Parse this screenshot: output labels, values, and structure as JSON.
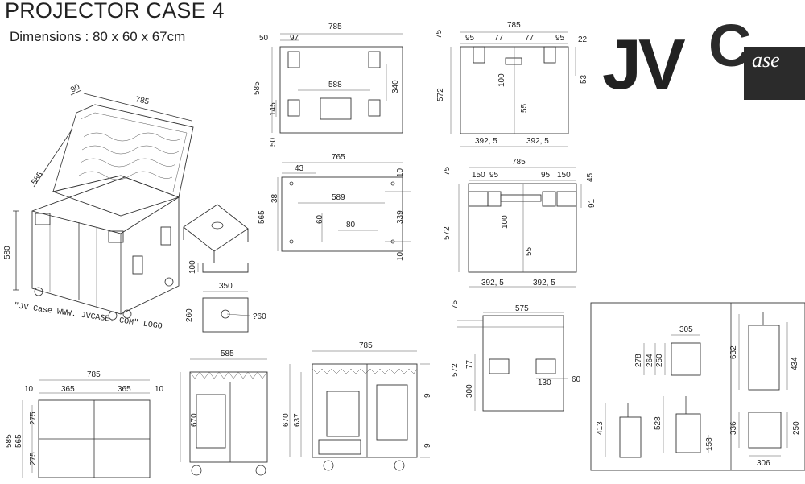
{
  "header": {
    "title": "PROJECTOR CASE 4",
    "subtitle": "Dimensions : 80 x 60 x 67cm"
  },
  "logo": {
    "main": "JV",
    "accent": "C",
    "sub": "ase"
  },
  "caption": "\"JV Case WWW. JVCASE. COM\" LOGO",
  "dims": {
    "iso_90": "90",
    "iso_785": "785",
    "iso_585": "585",
    "iso_580": "580",
    "d1_785": "785",
    "d1_50": "50",
    "d1_97": "97",
    "d1_585": "585",
    "d1_588": "588",
    "d1_340": "340",
    "d1_145": "145",
    "d1_50b": "50",
    "d2_785": "785",
    "d2_75": "75",
    "d2_95a": "95",
    "d2_77a": "77",
    "d2_77b": "77",
    "d2_95b": "95",
    "d2_22": "22",
    "d2_572": "572",
    "d2_100": "100",
    "d2_53": "53",
    "d2_55": "55",
    "d2_392a": "392, 5",
    "d2_392b": "392, 5",
    "d3_765": "765",
    "d3_43": "43",
    "d3_10": "10",
    "d3_38": "38",
    "d3_589": "589",
    "d3_565": "565",
    "d3_60": "60",
    "d3_339": "339",
    "d3_80": "80",
    "d3_10b": "10",
    "d4_785": "785",
    "d4_75": "75",
    "d4_150a": "150",
    "d4_95a": "95",
    "d4_95b": "95",
    "d4_150b": "150",
    "d4_45": "45",
    "d4_91": "91",
    "d4_572": "572",
    "d4_100": "100",
    "d4_55": "55",
    "d4_392a": "392, 5",
    "d4_392b": "392, 5",
    "s1_100": "100",
    "s1_350": "350",
    "s1_260": "260",
    "s1_q60": "?60",
    "d5_575": "575",
    "d5_75": "75",
    "d5_572": "572",
    "d5_77": "77",
    "d5_300": "300",
    "d5_130": "130",
    "d5_60": "60",
    "b1_785": "785",
    "b1_10a": "10",
    "b1_365a": "365",
    "b1_365b": "365",
    "b1_10b": "10",
    "b1_585": "585",
    "b1_565": "565",
    "b1_275a": "275",
    "b1_275b": "275",
    "b2_585": "585",
    "b2_670": "670",
    "b3_785": "785",
    "b3_670": "670",
    "b3_637": "637",
    "b3_9a": "9",
    "b3_9b": "9",
    "r_305": "305",
    "r_278": "278",
    "r_264": "264",
    "r_250": "250",
    "r_632": "632",
    "r_434": "434",
    "r_413": "413",
    "r_528": "528",
    "r_158": "158",
    "r_336": "336",
    "r_250b": "250",
    "r_306": "306"
  }
}
